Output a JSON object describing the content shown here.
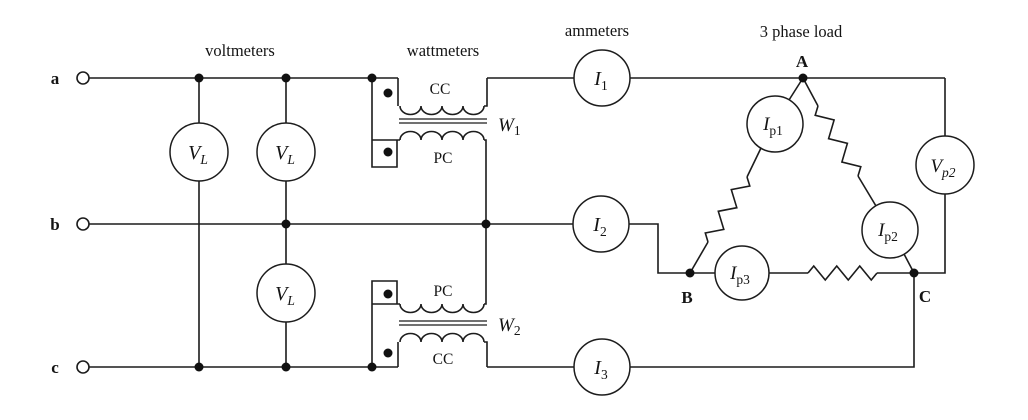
{
  "section_labels": {
    "voltmeters": "voltmeters",
    "wattmeters": "wattmeters",
    "ammeters": "ammeters",
    "load": "3 phase load"
  },
  "phases": {
    "a": "a",
    "b": "b",
    "c": "c"
  },
  "nodes": {
    "A": "A",
    "B": "B",
    "C": "C"
  },
  "wattmeter1": {
    "cc": "CC",
    "pc": "PC",
    "name_main": "W",
    "name_sub": "1"
  },
  "wattmeter2": {
    "pc": "PC",
    "cc": "CC",
    "name_main": "W",
    "name_sub": "2"
  },
  "meters": {
    "vl1": {
      "main": "V",
      "sub": "L"
    },
    "vl2": {
      "main": "V",
      "sub": "L"
    },
    "vl3": {
      "main": "V",
      "sub": "L"
    },
    "i1": {
      "main": "I",
      "sub": "1"
    },
    "i2": {
      "main": "I",
      "sub": "2"
    },
    "i3": {
      "main": "I",
      "sub": "3"
    },
    "ip1": {
      "main": "I",
      "sub": "p1"
    },
    "ip2": {
      "main": "I",
      "sub": "p2"
    },
    "ip3": {
      "main": "I",
      "sub": "p3"
    },
    "vp2": {
      "main": "V",
      "sub": "p2"
    }
  },
  "colors": {
    "wire": "#1c1c1c",
    "background": "#ffffff"
  }
}
